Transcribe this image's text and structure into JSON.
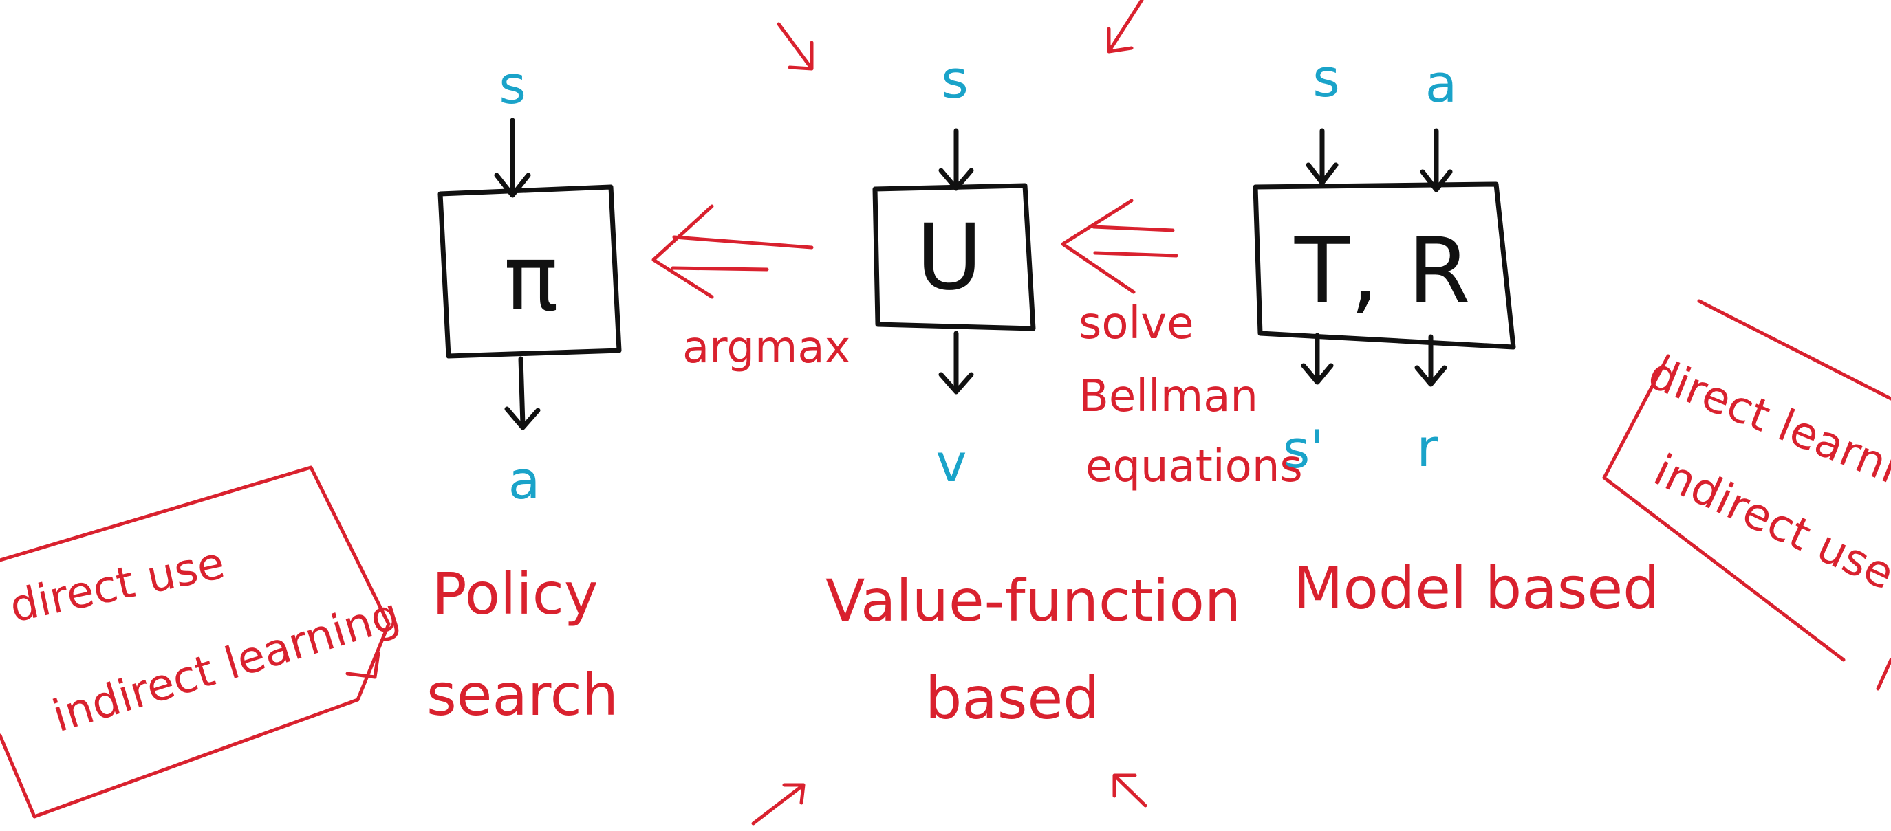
{
  "colors": {
    "ink": "#111111",
    "accent_red": "#d9212e",
    "variable_blue": "#1aa3c9",
    "background": "#ffffff"
  },
  "policy": {
    "input": "s",
    "box": "π",
    "output": "a",
    "label_line1": "Policy",
    "label_line2": "search"
  },
  "value": {
    "input": "s",
    "box": "U",
    "output": "v",
    "label_line1": "Value-function",
    "label_line2": "based"
  },
  "model": {
    "input_s": "s",
    "input_a": "a",
    "box": "T, R",
    "output_s": "s'",
    "output_r": "r",
    "label": "Model based"
  },
  "arrows": {
    "value_to_policy": "argmax",
    "model_to_value_line1": "solve",
    "model_to_value_line2": "Bellman",
    "model_to_value_line3": "equations"
  },
  "left_note": {
    "line1": "direct use",
    "line2": "indirect learning"
  },
  "right_note": {
    "line1": "direct learning",
    "line2": "indirect use"
  }
}
